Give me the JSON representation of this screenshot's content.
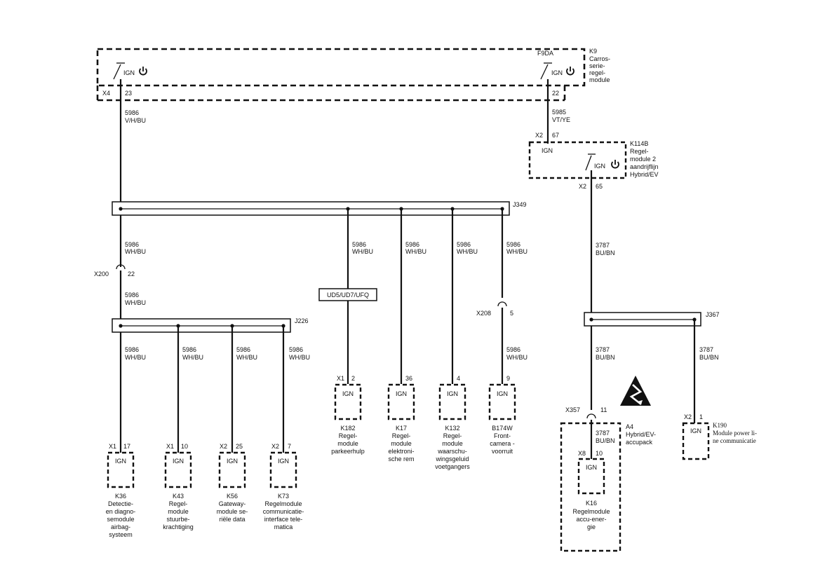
{
  "top_module": {
    "id": "K9",
    "name_lines": [
      "Carros-",
      "serie-",
      "regel-",
      "module"
    ],
    "left_connector": "X4",
    "left_pin": "23",
    "right_connector": "F9DA",
    "right_pin": "22",
    "ign_label": "IGN",
    "power_icon": "power-icon"
  },
  "wires": {
    "w5986_top": [
      "5986",
      "V/H/BU"
    ],
    "w5985": [
      "5985",
      "VT/YE"
    ],
    "w5986_a": [
      "5986",
      "WH/BU"
    ],
    "w5986_b": [
      "5986",
      "WH/BU"
    ],
    "w5986_ud5": [
      "5986",
      "WH/BU"
    ],
    "w5986_k17": [
      "5986",
      "WH/BU"
    ],
    "w5986_k132": [
      "5986",
      "WH/BU"
    ],
    "w5986_b174": [
      "5986",
      "WH/BU"
    ],
    "w5986_b174b": [
      "5986",
      "WH/BU"
    ],
    "w5986_k36": [
      "5986",
      "WH/BU"
    ],
    "w5986_k43": [
      "5986",
      "WH/BU"
    ],
    "w5986_k56": [
      "5986",
      "WH/BU"
    ],
    "w5986_k73": [
      "5986",
      "WH/BU"
    ],
    "w3787_a": [
      "3787",
      "BU/BN"
    ],
    "w3787_b": [
      "3787",
      "BU/BN"
    ],
    "w3787_c": [
      "3787",
      "BU/BN"
    ],
    "w3787_d": [
      "3787",
      "BU/BN"
    ]
  },
  "k114b": {
    "id": "K114B",
    "name_lines": [
      "Regel-",
      "module 2",
      "aandrijflijn",
      "Hybrid/EV"
    ],
    "top_conn": "X2",
    "top_pin": "67",
    "bottom_conn": "X2",
    "bottom_pin": "65",
    "ign_label": "IGN"
  },
  "splices": {
    "j349": "J349",
    "j226": "J226",
    "j367": "J367"
  },
  "inline": {
    "x200": {
      "conn": "X200",
      "pin": "22"
    },
    "x208": {
      "conn": "X208",
      "pin": "5"
    },
    "x357": {
      "conn": "X357",
      "pin": "11"
    }
  },
  "option_box": "UD5/UD7/UFQ",
  "modules": [
    {
      "conn": "X1",
      "pin": "17",
      "ign": "IGN",
      "id": "K36",
      "lines": [
        "Detectie-",
        "en diagno-",
        "semodule",
        "airbag-",
        "systeem"
      ]
    },
    {
      "conn": "X1",
      "pin": "10",
      "ign": "IGN",
      "id": "K43",
      "lines": [
        "Regel-",
        "module",
        "stuurbe-",
        "krachtiging"
      ]
    },
    {
      "conn": "X2",
      "pin": "25",
      "ign": "IGN",
      "id": "K56",
      "lines": [
        "Gateway-",
        "module se-",
        "riële data"
      ]
    },
    {
      "conn": "X2",
      "pin": "7",
      "ign": "IGN",
      "id": "K73",
      "lines": [
        "Regelmodule",
        "communicatie-",
        "interface tele-",
        "matica"
      ]
    },
    {
      "conn": "X1",
      "pin": "2",
      "ign": "IGN",
      "id": "K182",
      "lines": [
        "Regel-",
        "module",
        "parkeerhulp"
      ]
    },
    {
      "conn": "",
      "pin": "36",
      "ign": "IGN",
      "id": "K17",
      "lines": [
        "Regel-",
        "module",
        "elektroni-",
        "sche rem"
      ]
    },
    {
      "conn": "",
      "pin": "4",
      "ign": "IGN",
      "id": "K132",
      "lines": [
        "Regel-",
        "module",
        "waarschu-",
        "wingsgeluid",
        "voetgangers"
      ]
    },
    {
      "conn": "",
      "pin": "9",
      "ign": "IGN",
      "id": "B174W",
      "lines": [
        "Front-",
        "camera -",
        "voorruit"
      ]
    }
  ],
  "a4": {
    "id": "A4",
    "lines": [
      "Hybrid/EV-",
      "accupack"
    ]
  },
  "k16": {
    "conn": "X8",
    "pin": "10",
    "ign": "IGN",
    "id": "K16",
    "lines": [
      "Regelmodule",
      "accu-ener-",
      "gie"
    ]
  },
  "k190": {
    "conn": "X2",
    "pin": "1",
    "ign": "IGN",
    "id": "K190",
    "lines": [
      "Module power li-",
      "ne communicatie"
    ]
  }
}
